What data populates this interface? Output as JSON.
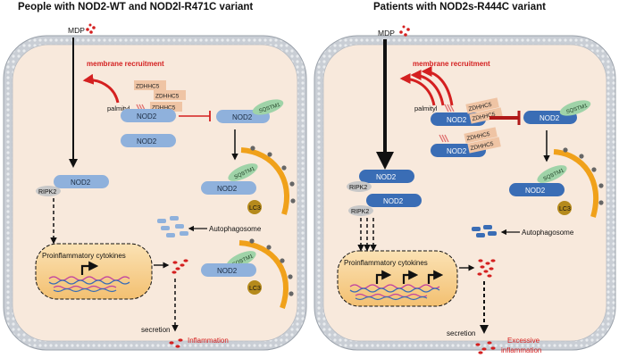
{
  "left": {
    "title": "People with NOD2-WT and NOD2l-R471C variant",
    "mdp": "MDP",
    "membrane_recruitment": "membrane recruitment",
    "palmityl": "palmityl",
    "zdhhc5": "ZDHHC5",
    "nod2": "NOD2",
    "sqstm1": "SQSTM1",
    "ripk2": "RIPK2",
    "lc3": "LC3",
    "autophagosome": "Autophagosome",
    "cytokines": "Proinflammatory cytokines",
    "secretion": "secretion",
    "inflammation": "Inflammation"
  },
  "right": {
    "title": "Patients with NOD2s-R444C variant",
    "mdp": "MDP",
    "membrane_recruitment": "membrane recruitment",
    "palmityl": "palmityl",
    "zdhhc5": "ZDHHC5",
    "nod2": "NOD2",
    "sqstm1": "SQSTM1",
    "ripk2": "RIPK2",
    "lc3": "LC3",
    "autophagosome": "Autophagosome",
    "cytokines": "Proinflammatory cytokines",
    "secretion": "secretion",
    "inflammation_line1": "Excessive",
    "inflammation_line2": "inflammation"
  },
  "colors": {
    "cell_fill": "#f8e9dc",
    "membrane": "#c3c8cf",
    "nod2_light": "#8fb1dc",
    "nod2_dark": "#3a6db5",
    "sqstm1": "#9fd3a8",
    "zdhhc5": "#efc4a4",
    "lc3": "#b58a1c",
    "autophagosome_arc": "#f0a11a",
    "red": "#d42020",
    "nucleus": "#f8d08e"
  }
}
